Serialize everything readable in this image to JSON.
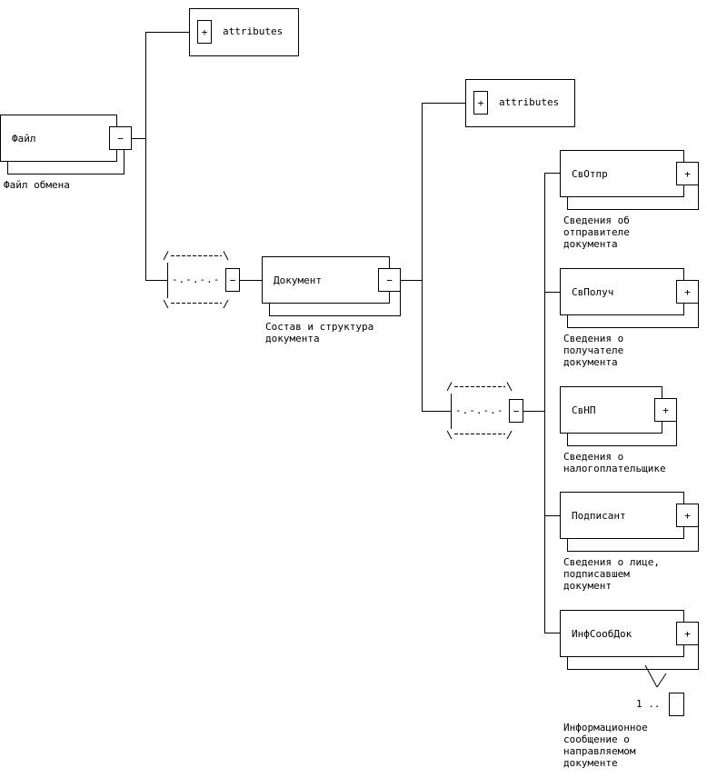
{
  "root": {
    "name": "Файл",
    "description": "Файл обмена",
    "toggle": "−",
    "attributes": {
      "label": "attributes",
      "toggle": "+"
    }
  },
  "sequence1": {
    "glyph": "-.-.-.-",
    "toggle": "−"
  },
  "document": {
    "name": "Документ",
    "description": "Состав и структура\nдокумента",
    "toggle": "−",
    "attributes": {
      "label": "attributes",
      "toggle": "+"
    }
  },
  "sequence2": {
    "glyph": "-.-.-.-",
    "toggle": "−"
  },
  "children": [
    {
      "name": "СвОтпр",
      "toggle": "+",
      "description": "Сведения об\nотправителе\nдокумента"
    },
    {
      "name": "СвПолуч",
      "toggle": "+",
      "description": "Сведения о\nполучателе\nдокумента"
    },
    {
      "name": "СвНП",
      "toggle": "+",
      "description": "Сведения о\nналогоплательщике"
    },
    {
      "name": "Подписант",
      "toggle": "+",
      "description": "Сведения о лице,\nподписавшем\nдокумент"
    },
    {
      "name": "ИнфСообДок",
      "toggle": "+",
      "description": "Информационное\nсообщение о\nнаправляемом\nдокументе",
      "cardinality": "1 .."
    }
  ]
}
